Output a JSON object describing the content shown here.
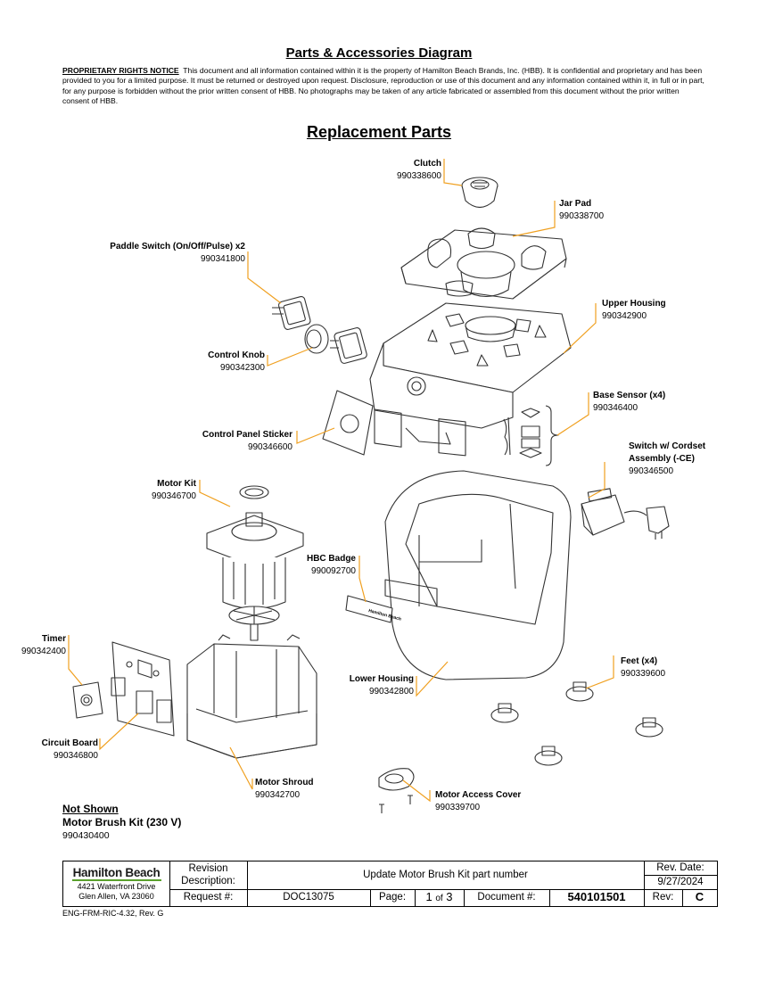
{
  "header": {
    "title": "Parts & Accessories Diagram",
    "notice_label": "PROPRIETARY RIGHTS NOTICE",
    "notice_text": "This document and all information contained within it is the property of Hamilton Beach Brands, Inc. (HBB).  It is confidential and proprietary and has been provided to you for a limited purpose.  It must be returned or destroyed upon request.  Disclosure, reproduction or use of this document and any information contained within it, in full or in part, for any purpose is forbidden without the prior written consent of HBB.  No photographs may be taken of any article fabricated or assembled from this document without the prior written consent of HBB.",
    "section_title": "Replacement Parts"
  },
  "parts": {
    "clutch": {
      "name": "Clutch",
      "number": "990338600"
    },
    "jar_pad": {
      "name": "Jar Pad",
      "number": "990338700"
    },
    "paddle_switch": {
      "name": "Paddle Switch (On/Off/Pulse) x2",
      "number": "990341800"
    },
    "upper_housing": {
      "name": "Upper Housing",
      "number": "990342900"
    },
    "control_knob": {
      "name": "Control Knob",
      "number": "990342300"
    },
    "base_sensor": {
      "name": "Base Sensor (x4)",
      "number": "990346400"
    },
    "control_panel_sticker": {
      "name": "Control Panel Sticker",
      "number": "990346600"
    },
    "switch_cordset": {
      "name1": "Switch w/ Cordset",
      "name2": "Assembly (-CE)",
      "number": "990346500"
    },
    "motor_kit": {
      "name": "Motor Kit",
      "number": "990346700"
    },
    "hbc_badge": {
      "name": "HBC Badge",
      "number": "990092700"
    },
    "timer": {
      "name": "Timer",
      "number": "990342400"
    },
    "feet": {
      "name": "Feet (x4)",
      "number": "990339600"
    },
    "lower_housing": {
      "name": "Lower Housing",
      "number": "990342800"
    },
    "circuit_board": {
      "name": "Circuit Board",
      "number": "990346800"
    },
    "motor_shroud": {
      "name": "Motor Shroud",
      "number": "990342700"
    },
    "motor_access_cover": {
      "name": "Motor Access Cover",
      "number": "990339700"
    }
  },
  "not_shown": {
    "heading": "Not Shown",
    "name": "Motor Brush Kit (230 V)",
    "number": "990430400"
  },
  "badge_text": "Hamilton Beach",
  "footer": {
    "company": "Hamilton Beach",
    "address1": "4421 Waterfront Drive",
    "address2": "Glen Allen, VA  23060",
    "revision_label1": "Revision",
    "revision_label2": "Description:",
    "revision_description": "Update Motor Brush Kit part number",
    "rev_date_label": "Rev. Date:",
    "rev_date": "9/27/2024",
    "request_label": "Request #:",
    "request_value": "DOC13075",
    "page_label": "Page:",
    "page_current": "1",
    "page_of": "of",
    "page_total": "3",
    "document_label": "Document #:",
    "document_value": "540101501",
    "rev_label": "Rev:",
    "rev_value": "C",
    "form_code": "ENG-FRM-RIC-4.32, Rev. G"
  },
  "colors": {
    "leader": "#f0a020",
    "line_art": "#333333"
  }
}
